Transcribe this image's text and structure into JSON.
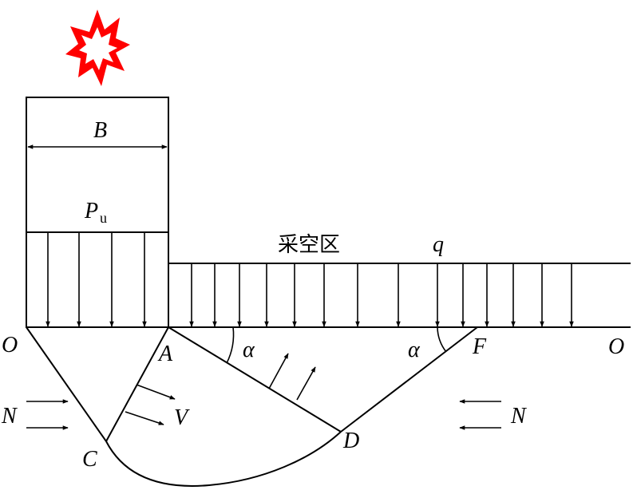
{
  "labels": {
    "width": "B",
    "load_p": "P",
    "load_p_sub": "u",
    "goaf": "采空区",
    "surcharge": "q",
    "angle_left": "α",
    "angle_right": "α",
    "point_o_left": "O",
    "point_a": "A",
    "point_c": "C",
    "point_d": "D",
    "point_f": "F",
    "point_o_right": "O",
    "force_n_left": "N",
    "force_n_right": "N",
    "velocity": "V"
  },
  "colors": {
    "explosion": "#ff0000",
    "line": "#000000"
  }
}
